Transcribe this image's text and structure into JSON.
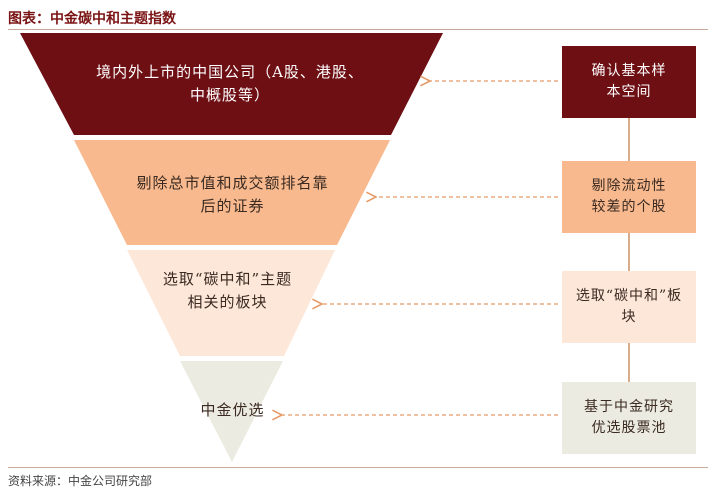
{
  "title": "图表：中金碳中和主题指数",
  "source": "资料来源：中金公司研究部",
  "colors": {
    "level1": "#6e0f14",
    "level2": "#f7b98d",
    "level3": "#fde7d8",
    "level4": "#ecebe1",
    "arrow": "#e59a66"
  },
  "funnel": {
    "levels": [
      {
        "label": "境内外上市的中国公司（A股、港股、中概股等）"
      },
      {
        "label": "剔除总市值和成交额排名靠后的证券"
      },
      {
        "label": "选取“碳中和”主题相关的板块"
      },
      {
        "label": "中金优选"
      }
    ]
  },
  "steps": [
    {
      "label": "确认基本样本空间"
    },
    {
      "label": "剔除流动性较差的个股"
    },
    {
      "label": "选取“碳中和”板块"
    },
    {
      "label": "基于中金研究优选股票池"
    }
  ]
}
